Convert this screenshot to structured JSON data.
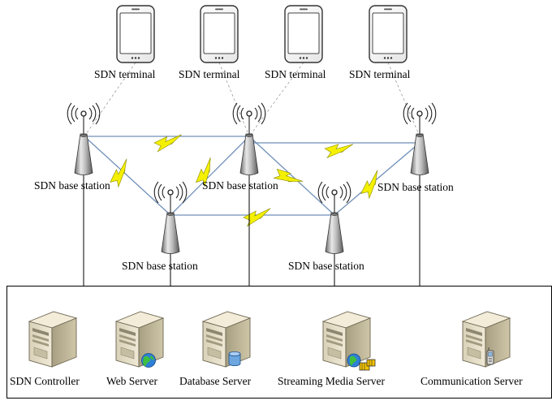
{
  "terminals": [
    {
      "label": "SDN terminal"
    },
    {
      "label": "SDN terminal"
    },
    {
      "label": "SDN terminal"
    },
    {
      "label": "SDN terminal"
    }
  ],
  "base_stations": [
    {
      "label": "SDN base station"
    },
    {
      "label": "SDN base station"
    },
    {
      "label": "SDN base station"
    },
    {
      "label": "SDN base station"
    },
    {
      "label": "SDN base station"
    }
  ],
  "servers": [
    {
      "label": "SDN Controller",
      "badge": "none"
    },
    {
      "label": "Web Server",
      "badge": "globe"
    },
    {
      "label": "Database Server",
      "badge": "database"
    },
    {
      "label": "Streaming Media Server",
      "badge": "globe-media"
    },
    {
      "label": "Communication Server",
      "badge": "phone"
    }
  ],
  "colors": {
    "link_blue": "#6f8fb8",
    "wireless_bolt": "#f4f000",
    "bolt_outline": "#8a8a00",
    "line": "#000000",
    "dashed": "#9a9a9a"
  }
}
